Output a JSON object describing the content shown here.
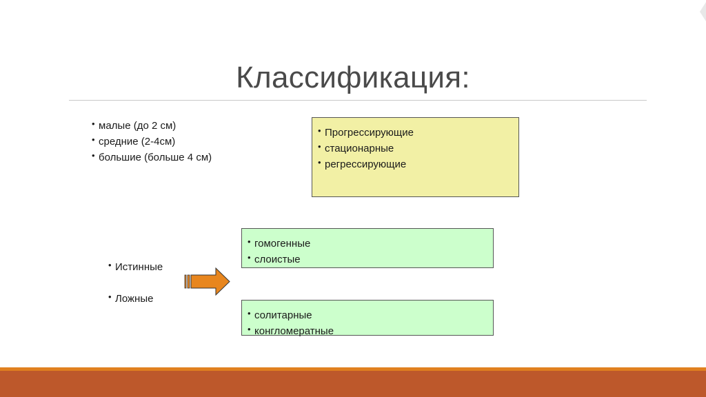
{
  "slide": {
    "title": "Классификация:",
    "sizes": [
      "малые (до 2 см)",
      "средние (2-4см)",
      "большие (больше 4 см)"
    ],
    "growth": [
      "Прогрессирующие",
      "стационарные",
      "регрессирующие"
    ],
    "true_false": [
      "Истинные",
      "Ложные"
    ],
    "structure": [
      "гомогенные",
      "слоистые"
    ],
    "count": [
      "солитарные",
      "конгломератные"
    ]
  },
  "colors": {
    "yellow_box": "#f2f0a5",
    "green_box": "#ccffcc",
    "arrow": "#e8861e",
    "band_top": "#e0801f",
    "band_bottom": "#bd582b"
  },
  "icons": {
    "arrow": "right-arrow-icon"
  }
}
